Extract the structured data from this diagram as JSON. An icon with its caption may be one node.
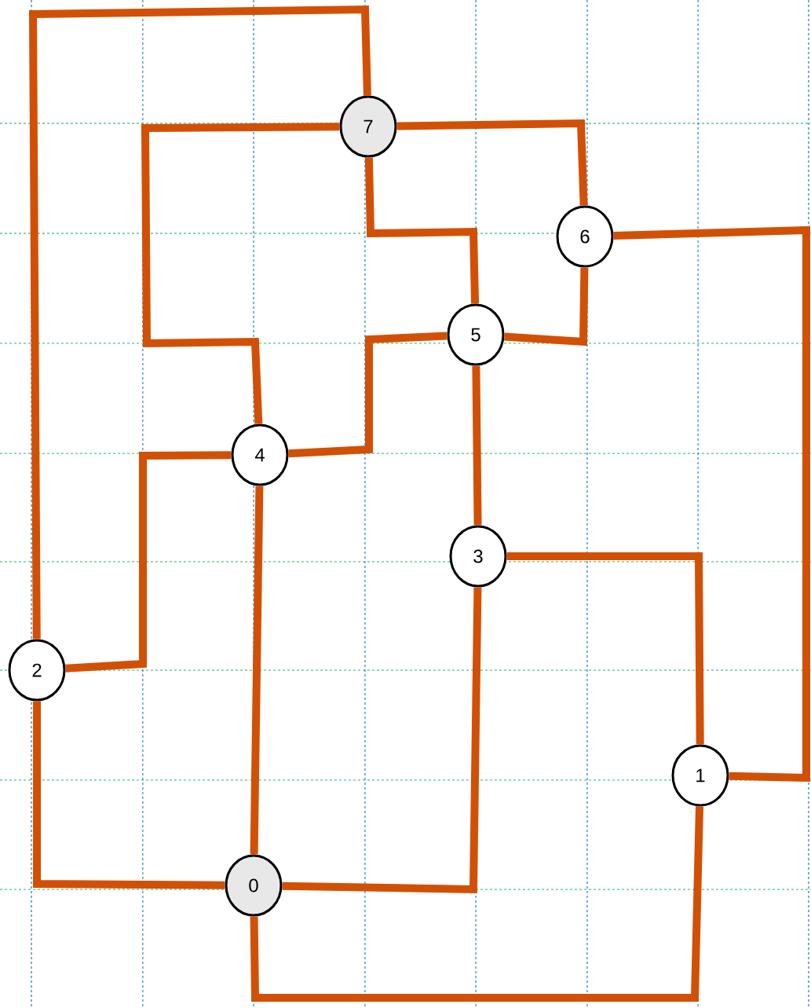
{
  "diagram": {
    "nodes": [
      {
        "text": [
          "0"
        ]
      },
      {
        "text": [
          "1"
        ]
      },
      {
        "text": [
          "2"
        ]
      },
      {
        "text": [
          "3"
        ]
      },
      {
        "text": [
          "4"
        ]
      },
      {
        "text": [
          "5"
        ]
      },
      {
        "text": [
          "6"
        ]
      },
      {
        "text": [
          "7"
        ]
      }
    ],
    "edges": [
      {
        "from": 7,
        "to": 2,
        "arrow": "none"
      },
      {
        "from": 7,
        "to": 4,
        "arrow": "none"
      },
      {
        "from": 7,
        "to": 6,
        "arrow": "none"
      },
      {
        "from": 7,
        "to": 5,
        "arrow": "none"
      },
      {
        "from": 6,
        "to": 1,
        "arrow": "none"
      },
      {
        "from": 6,
        "to": 5,
        "arrow": "none"
      },
      {
        "from": 5,
        "to": 4,
        "arrow": "none"
      },
      {
        "from": 5,
        "to": 3,
        "arrow": "none"
      },
      {
        "from": 4,
        "to": 2,
        "arrow": "none"
      },
      {
        "from": 4,
        "to": 0,
        "arrow": "none"
      },
      {
        "from": 3,
        "to": 1,
        "arrow": "none"
      },
      {
        "from": 3,
        "to": 0,
        "arrow": "none"
      },
      {
        "from": 2,
        "to": 0,
        "arrow": "none"
      },
      {
        "from": 0,
        "to": 1,
        "arrow": "none"
      }
    ]
  }
}
